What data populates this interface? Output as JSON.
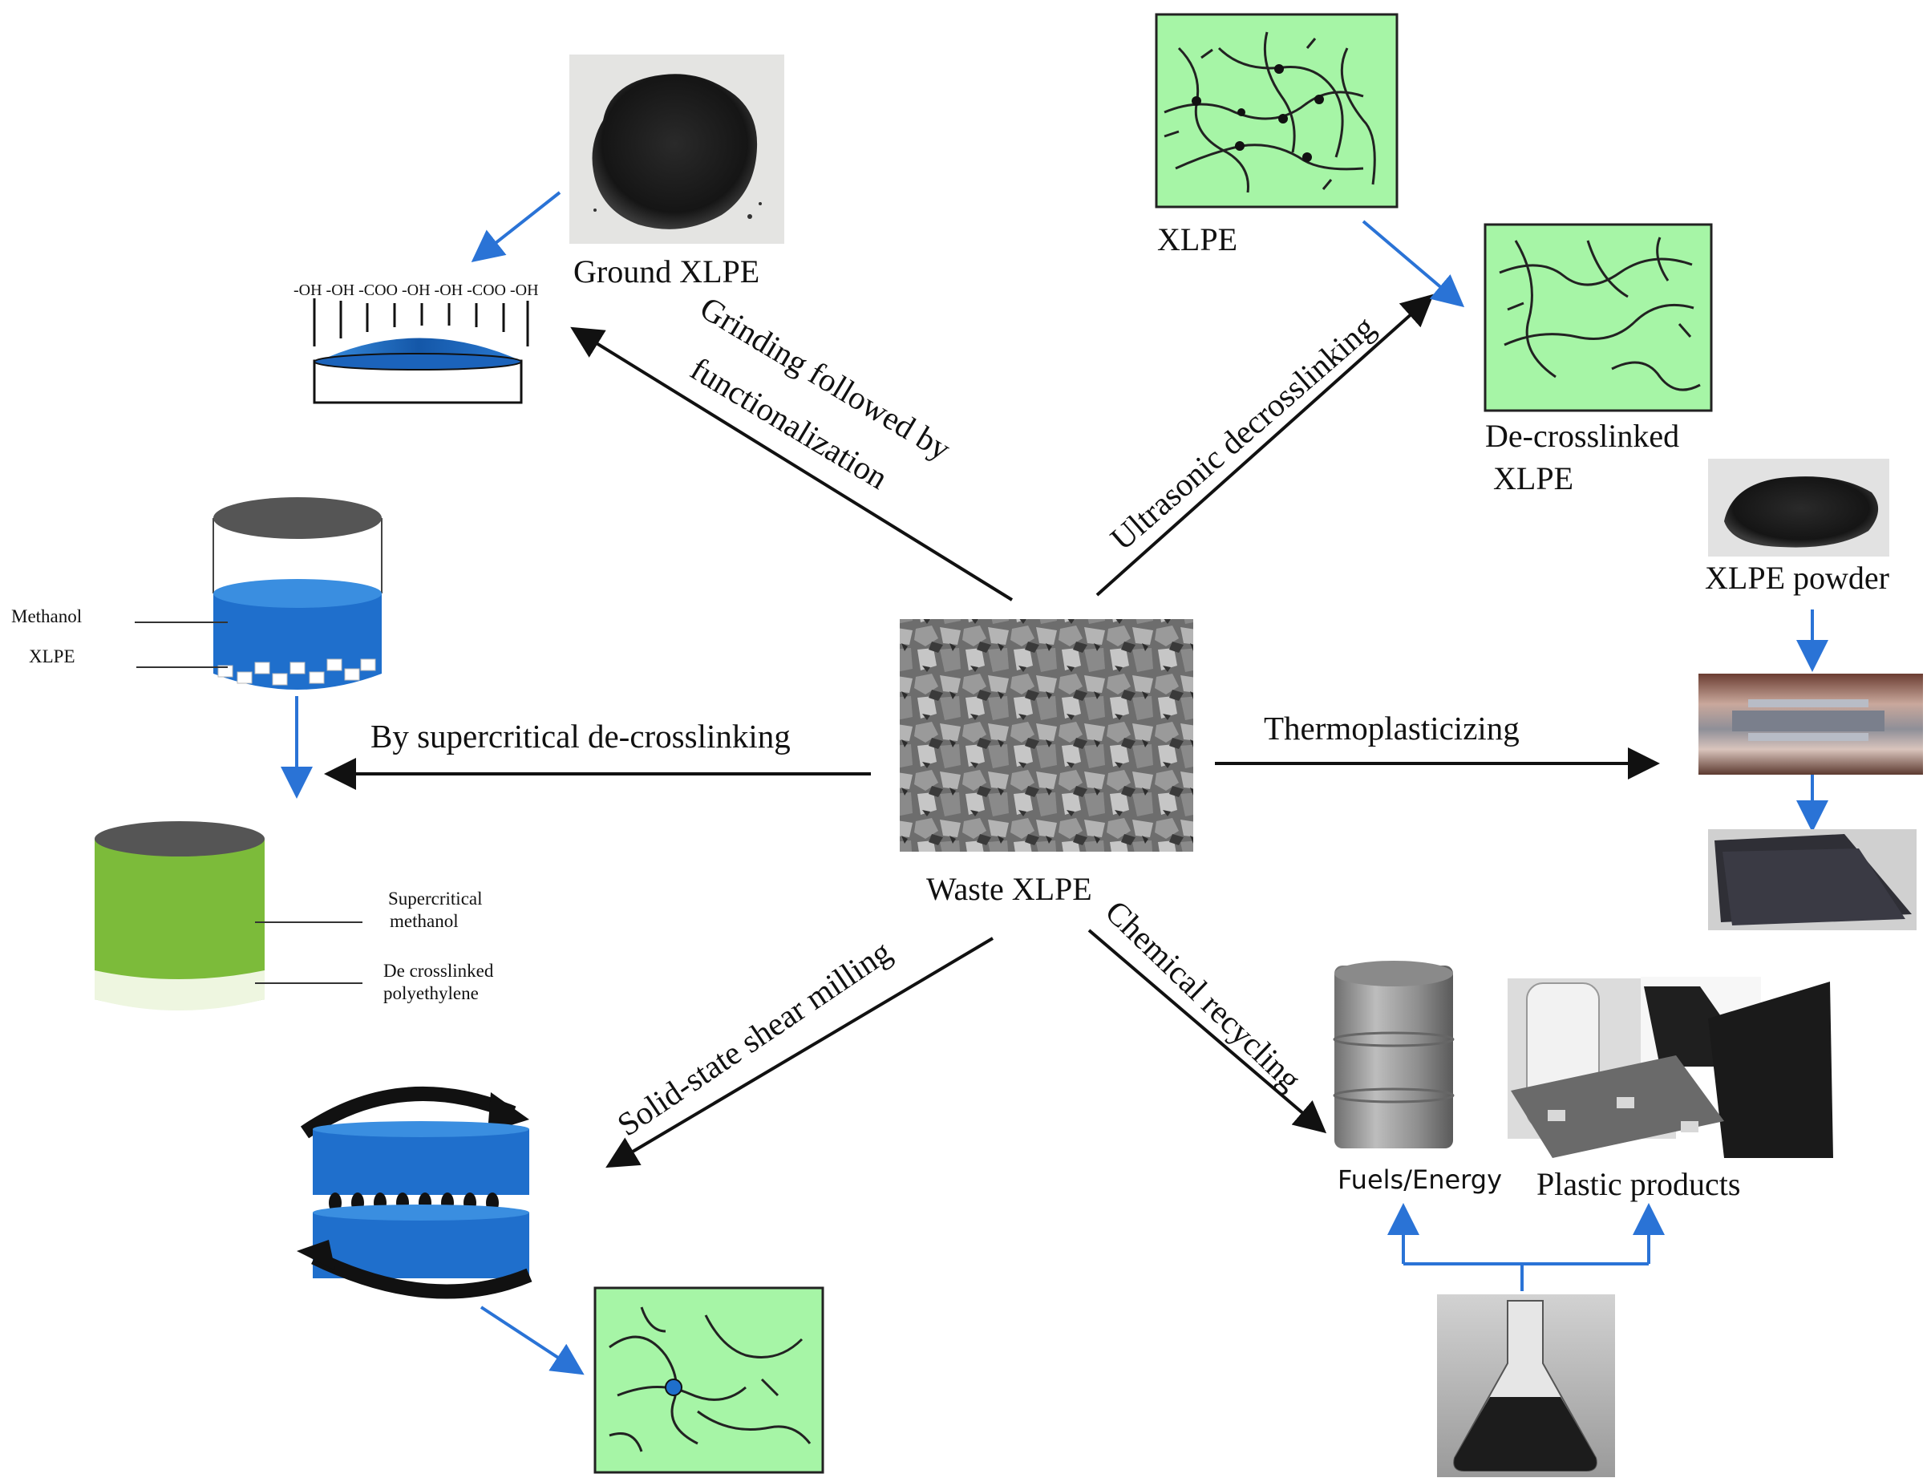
{
  "center": {
    "label": "Waste XLPE"
  },
  "routes": {
    "grinding": {
      "label_line1": "Grinding followed by",
      "label_line2": "functionalization"
    },
    "ultrasonic": {
      "label": "Ultrasonic decrosslinking"
    },
    "supercritical": {
      "label": "By supercritical de-crosslinking"
    },
    "thermo": {
      "label": "Thermoplasticizing"
    },
    "shear": {
      "label": "Solid-state shear milling"
    },
    "chemical": {
      "label": "Chemical recycling"
    }
  },
  "panels": {
    "ground_xlpe": {
      "label": "Ground XLPE"
    },
    "surface_groups": {
      "label": "-OH -OH  -COO -OH -OH -COO -OH"
    },
    "xlpe_network": {
      "label": "XLPE"
    },
    "decrosslinked": {
      "label_line1": "De-crosslinked",
      "label_line2": "XLPE"
    },
    "xlpe_powder": {
      "label": "XLPE powder"
    },
    "methanol_vessel": {
      "methanol_label": "Methanol",
      "xlpe_label": "XLPE"
    },
    "supercritical_vessel": {
      "label1_line1": "Supercritical",
      "label1_line2": "methanol",
      "label2_line1": "De crosslinked",
      "label2_line2": "polyethylene"
    },
    "fuels": {
      "label": "Fuels/Energy"
    },
    "plastics": {
      "label": "Plastic products"
    }
  },
  "colors": {
    "arrow_black": "#111111",
    "arrow_blue": "#2a73d6",
    "network_bg": "#a6f5a6",
    "vessel_blue": "#1f6fcc",
    "vessel_green": "#7cbb3a",
    "vessel_top": "#555555"
  }
}
